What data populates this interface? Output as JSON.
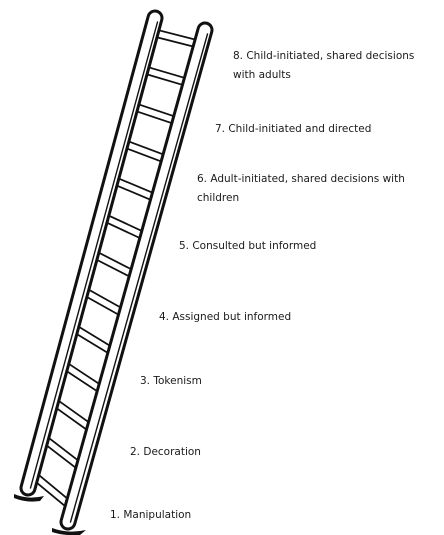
{
  "diagram": {
    "type": "ladder",
    "rung_count": 13,
    "colors": {
      "ink": "#111111",
      "rail_fill": "#ffffff",
      "text": "#1a1a1a"
    },
    "levels": [
      {
        "number": 1,
        "label": "1. Manipulation"
      },
      {
        "number": 2,
        "label": "2. Decoration"
      },
      {
        "number": 3,
        "label": "3. Tokenism"
      },
      {
        "number": 4,
        "label": "4. Assigned but informed"
      },
      {
        "number": 5,
        "label": "5. Consulted but informed"
      },
      {
        "number": 6,
        "label": "6. Adult-initiated, shared decisions with children"
      },
      {
        "number": 7,
        "label": "7. Child-initiated and directed"
      },
      {
        "number": 8,
        "label": "8. Child-initiated, shared decisions with adults"
      }
    ]
  }
}
